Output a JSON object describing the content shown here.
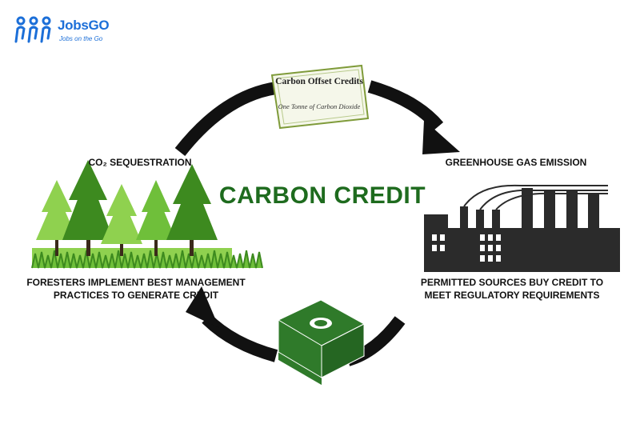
{
  "logo": {
    "brand": "JobsGO",
    "tagline": "Jobs on the Go",
    "color": "#1c6fd8"
  },
  "diagram": {
    "center_title": "CARBON CREDIT",
    "top_left_label": "CO₂ SEQUESTRATION",
    "top_right_label": "GREENHOUSE GAS EMISSION",
    "bottom_left_label_line1": "FORESTERS IMPLEMENT BEST MANAGEMENT",
    "bottom_left_label_line2": "PRACTICES TO GENERATE CREDIT",
    "bottom_right_label_line1": "PERMITTED SOURCES BUY CREDIT TO",
    "bottom_right_label_line2": "MEET REGULATORY REQUIREMENTS",
    "certificate_title": "Carbon Offset Credits",
    "certificate_subtitle": "One Tonne of Carbon Dioxide",
    "colors": {
      "title_green": "#1e6b1e",
      "tree_dark": "#3d8a1f",
      "tree_light": "#8fd14f",
      "arrow": "#111111",
      "factory": "#2b2b2b",
      "money": "#2f7a2a"
    },
    "icons": [
      "certificate-icon",
      "forest-icon",
      "factory-icon",
      "money-stack-icon",
      "cycle-arrow-icon"
    ]
  }
}
